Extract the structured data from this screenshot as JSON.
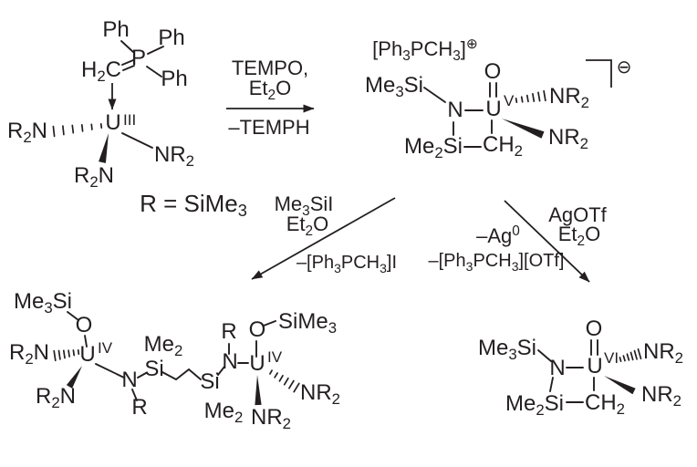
{
  "colors": {
    "ink": "#231f20",
    "background": "#ffffff",
    "oxidation_iii": "#d62b1f",
    "oxidation_iv": "#3c50a0",
    "oxidation_v": "#3f9b35",
    "oxidation_vi": "#ef7d22"
  },
  "u3_ylide_complex": {
    "ph_top_left": "Ph",
    "ph_top_right": "Ph",
    "ph_right": "Ph",
    "p": "P",
    "h2c": "H~2~C",
    "u": "U",
    "oxidation_state": "III",
    "amide_left": "R~2~N",
    "amide_right": "NR~2~",
    "amide_bottom": "R~2~N",
    "r_definition": "R = SiMe~3~"
  },
  "tempo_arrow": {
    "reagent_line1": "TEMPO,",
    "reagent_line2": "Et~2~O",
    "byproduct": "–TEMPH"
  },
  "u5_oxo_anion": {
    "countercation": "[Ph~3~PCH~3~]^⊕^",
    "charge": "⊖",
    "me3si": "Me~3~Si",
    "n": "N",
    "u": "U",
    "o": "O",
    "oxidation_state": "V",
    "amide_top": "NR~2~",
    "amide_bottom": "NR~2~",
    "me2si": "Me~2~Si",
    "ch2": "CH~2~"
  },
  "me3sii_arrow": {
    "reagent_line1": "Me~3~SiI",
    "reagent_line2": "Et~2~O",
    "byproduct": "–[Ph~3~PCH~3~]I"
  },
  "agotf_arrow": {
    "reagent_line1": "AgOTf",
    "reagent_line2": "Et~2~O",
    "byproduct_line1": "–Ag^0^",
    "byproduct_line2": "–[Ph~3~PCH~3~][OTf]"
  },
  "u4_dimer": {
    "left": {
      "me3si": "Me~3~Si",
      "o": "O",
      "u": "U",
      "oxidation_state": "IV",
      "amide_left": "R~2~N",
      "amide_bottom": "R~2~N",
      "n": "N",
      "r": "R",
      "si": "Si",
      "me2": "Me~2~"
    },
    "right": {
      "si": "Si",
      "me2": "Me~2~",
      "n": "N",
      "r": "R",
      "o": "O",
      "sime3": "SiMe~3~",
      "u": "U",
      "oxidation_state": "IV",
      "amide_right": "NR~2~",
      "amide_bottom": "NR~2~"
    }
  },
  "u6_oxo": {
    "me3si": "Me~3~Si",
    "n": "N",
    "u": "U",
    "o": "O",
    "oxidation_state": "VI",
    "amide_top": "NR~2~",
    "amide_bottom": "NR~2~",
    "me2si": "Me~2~Si",
    "ch2": "CH~2~"
  }
}
